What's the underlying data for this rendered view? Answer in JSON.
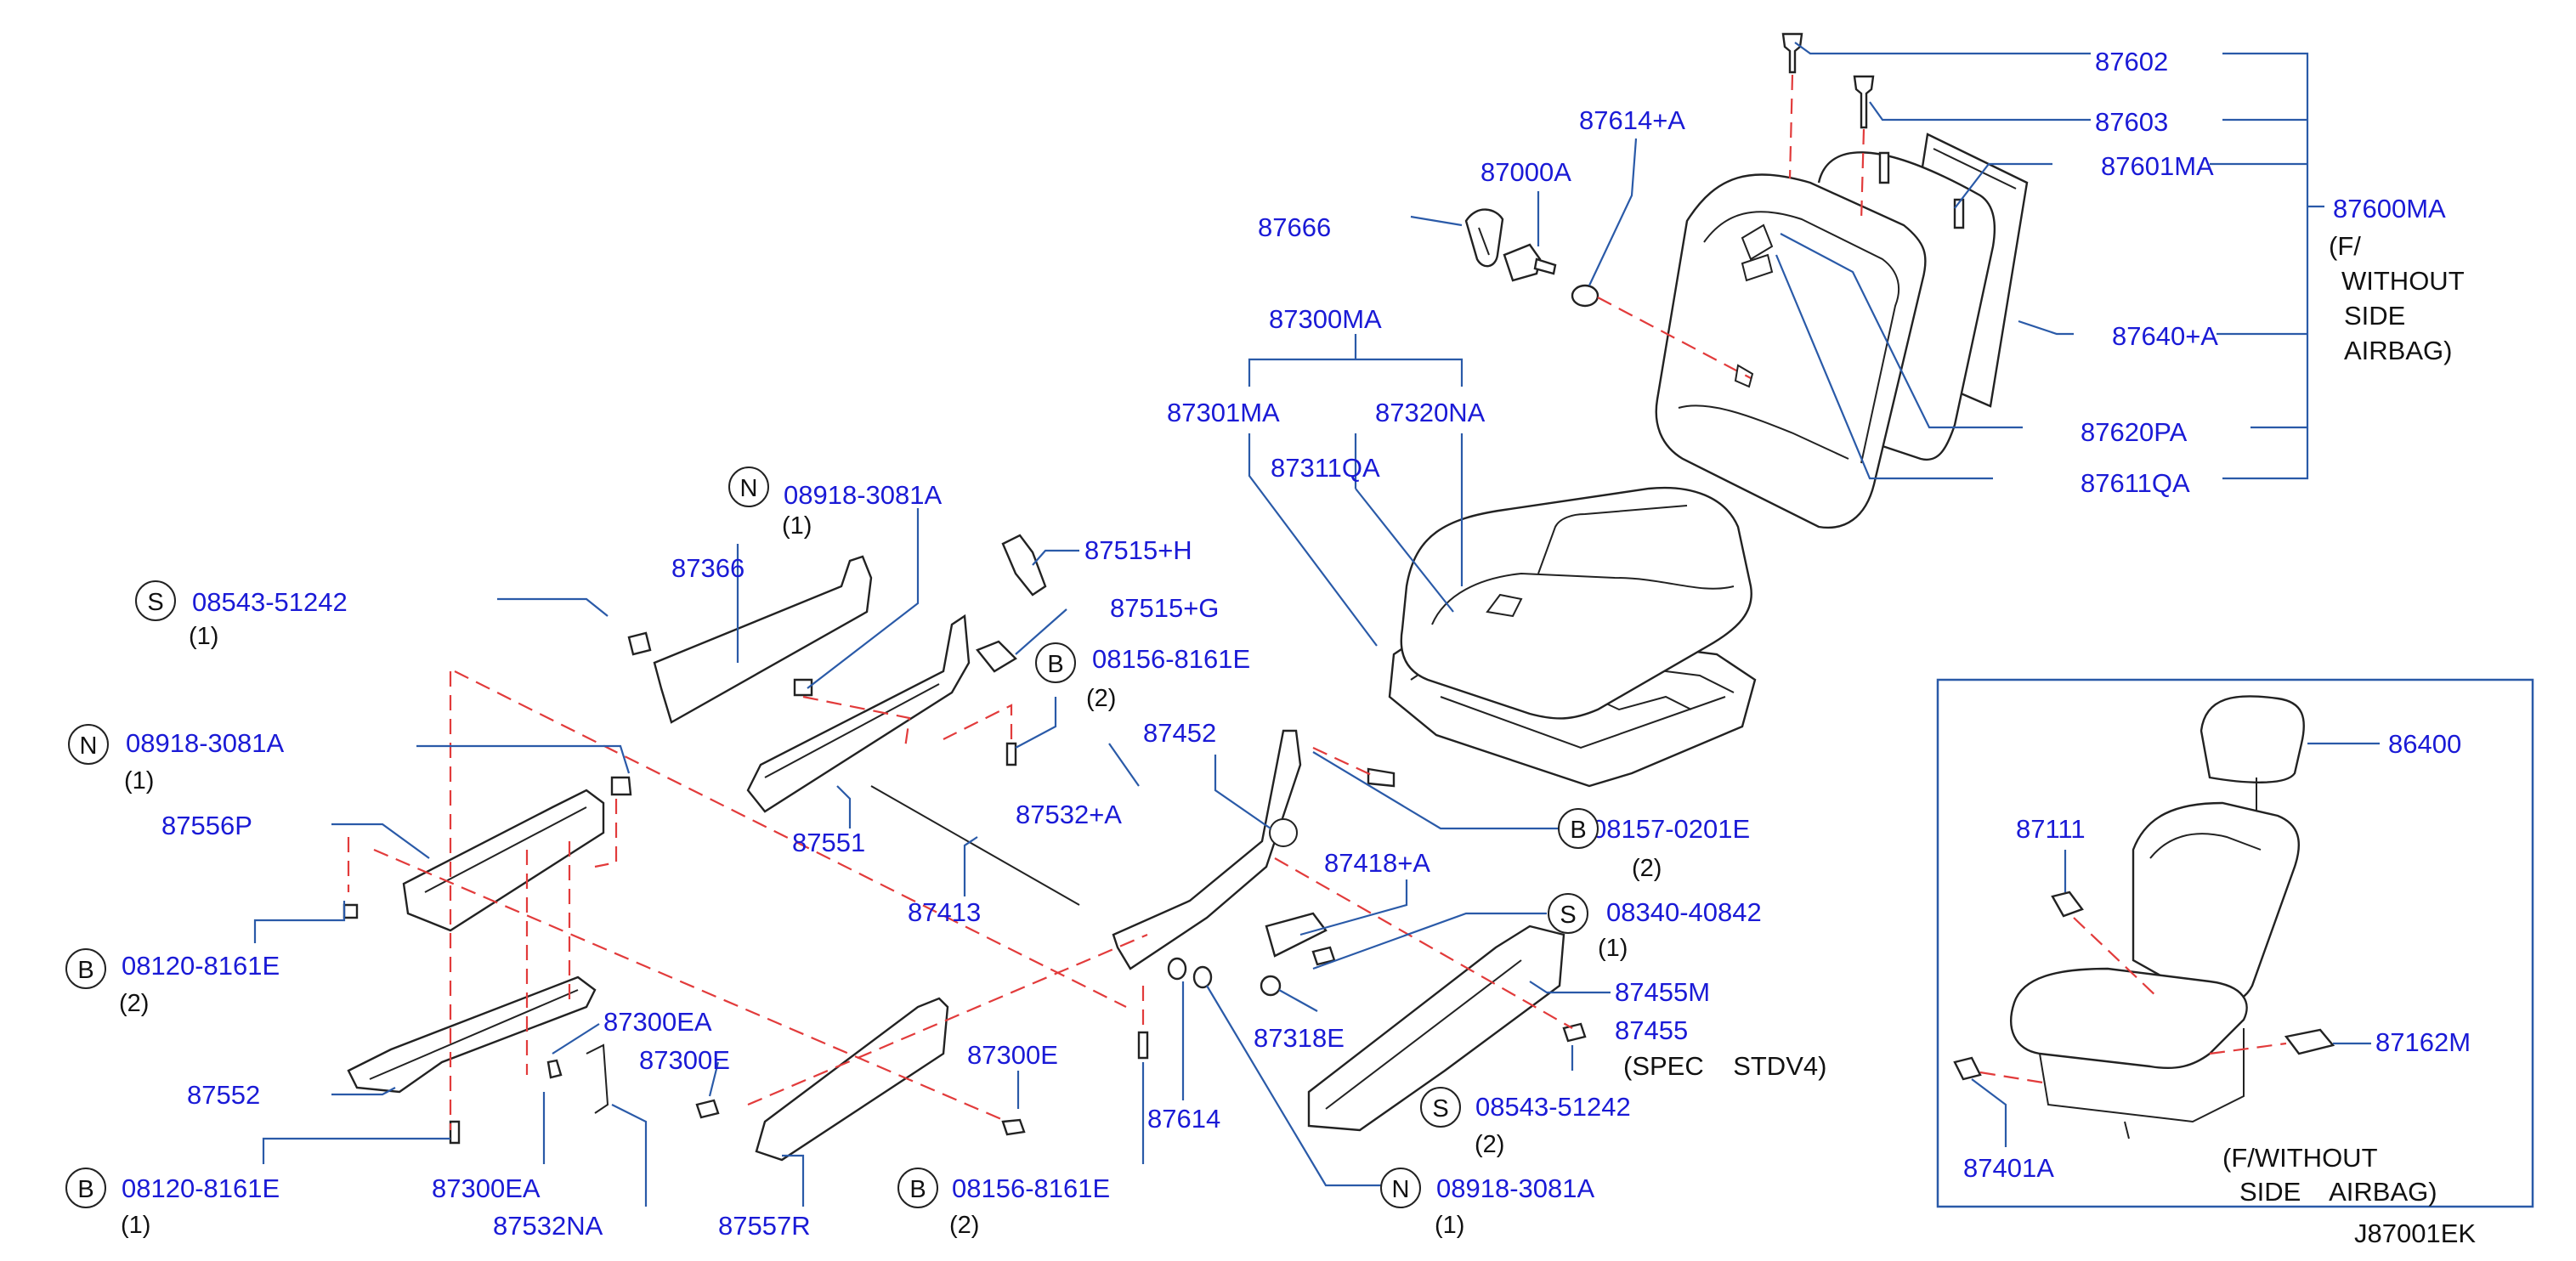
{
  "diagram": {
    "reference_code": "J87001EK",
    "parts": {
      "p87602": "87602",
      "p87603": "87603",
      "p87614A": "87614+A",
      "p87601MA": "87601MA",
      "p87000A": "87000A",
      "p87600MA": "87600MA",
      "p87666": "87666",
      "p87640A": "87640+A",
      "p87300MA": "87300MA",
      "p87301MA": "87301MA",
      "p87320NA": "87320NA",
      "p87620PA": "87620PA",
      "p87311QA": "87311QA",
      "p87611QA": "87611QA",
      "p08918_top": "08918-3081A",
      "p87515H": "87515+H",
      "p87366": "87366",
      "p08543_top": "08543-51242",
      "p87515G": "87515+G",
      "p08156_top": "08156-8161E",
      "p08918_left": "08918-3081A",
      "p87452": "87452",
      "p87532A": "87532+A",
      "p08157": "08157-0201E",
      "p87556P": "87556P",
      "p87551": "87551",
      "p87418A": "87418+A",
      "p87413": "87413",
      "p08340": "08340-40842",
      "p08120_top": "08120-8161E",
      "p87455M": "87455M",
      "p87300EA_a": "87300EA",
      "p87318E": "87318E",
      "p87455": "87455",
      "p87300E_a": "87300E",
      "p87300E_b": "87300E",
      "p87552": "87552",
      "p87614": "87614",
      "p08543_bot": "08543-51242",
      "p08120_bot": "08120-8161E",
      "p87300EA_b": "87300EA",
      "p08156_bot": "08156-8161E",
      "p08918_bot": "08918-3081A",
      "p87532NA": "87532NA",
      "p87557R": "87557R",
      "p86400": "86400",
      "p87111": "87111",
      "p87162M": "87162M",
      "p87401A": "87401A"
    },
    "quantities": {
      "q08918_top": "(1)",
      "q08543_top": "(1)",
      "q08156_top": "(2)",
      "q08918_left": "(1)",
      "q08157": "(2)",
      "q08340": "(1)",
      "q08120_top": "(2)",
      "q08543_bot": "(2)",
      "q08120_bot": "(1)",
      "q08156_bot": "(2)",
      "q08918_bot": "(1)"
    },
    "prefixes": {
      "n": "N",
      "s": "S",
      "b": "B"
    },
    "notes": {
      "group_line1": "(F/",
      "group_line2": "WITHOUT",
      "group_line3": "SIDE",
      "group_line4": "AIRBAG)",
      "spec": "(SPEC    STDV4)",
      "inset_line1": "(F/WITHOUT",
      "inset_line2": "SIDE    AIRBAG)"
    }
  }
}
